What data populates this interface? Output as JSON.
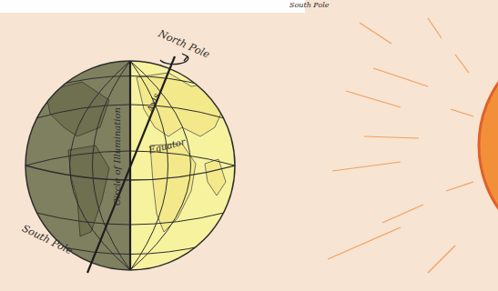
{
  "diagram": {
    "labels": [
      "South Pole",
      "North Pole",
      "Axis",
      "Equator",
      "Circle of Illumination",
      "South Pole"
    ]
  }
}
